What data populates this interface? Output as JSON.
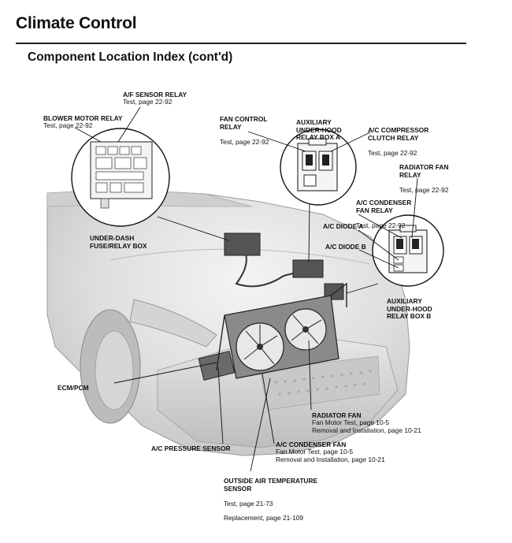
{
  "header": {
    "title": "Climate Control",
    "subtitle": "Component Location Index (cont'd)"
  },
  "callouts": {
    "af_sensor_relay": {
      "title": "A/F SENSOR RELAY",
      "lines": [
        "Test, page 22-92"
      ]
    },
    "blower_motor_relay": {
      "title": "BLOWER MOTOR RELAY",
      "lines": [
        "Test, page 22-92"
      ]
    },
    "fan_control_relay": {
      "title": "FAN CONTROL\nRELAY",
      "lines": [
        "Test, page 22-92"
      ]
    },
    "aux_box_a": {
      "title": "AUXILIARY\nUNDER-HOOD\nRELAY BOX A",
      "lines": []
    },
    "ac_compressor_clutch_relay": {
      "title": "A/C COMPRESSOR\nCLUTCH RELAY",
      "lines": [
        "Test, page 22-92"
      ]
    },
    "radiator_fan_relay": {
      "title": "RADIATOR FAN\nRELAY",
      "lines": [
        "Test, page 22-92"
      ]
    },
    "ac_condenser_fan_relay": {
      "title": "A/C CONDENSER\nFAN RELAY",
      "lines": [
        "Test, page 22-92"
      ]
    },
    "ac_diode_a": {
      "title": "A/C DIODE A",
      "lines": []
    },
    "ac_diode_b": {
      "title": "A/C DIODE B",
      "lines": []
    },
    "aux_box_b": {
      "title": "AUXILIARY\nUNDER-HOOD\nRELAY BOX B",
      "lines": []
    },
    "under_dash_fuse_box": {
      "title": "UNDER-DASH\nFUSE/RELAY BOX",
      "lines": []
    },
    "ecm_pcm": {
      "title": "ECM/PCM",
      "lines": []
    },
    "radiator_fan": {
      "title": "RADIATOR FAN",
      "lines": [
        "Fan Motor Test, page 10-5",
        "Removal and Installation, page 10-21"
      ]
    },
    "ac_pressure_sensor": {
      "title": "A/C PRESSURE SENSOR",
      "lines": []
    },
    "ac_condenser_fan": {
      "title": "A/C CONDENSER FAN",
      "lines": [
        "Fan Motor Test, page 10-5",
        "Removal and Installation, page 10-21"
      ]
    },
    "outside_air_temp_sensor": {
      "title": "OUTSIDE AIR TEMPERATURE\nSENSOR",
      "lines": [
        "Test, page 21-73",
        "Replacement, page 21-109"
      ]
    }
  }
}
